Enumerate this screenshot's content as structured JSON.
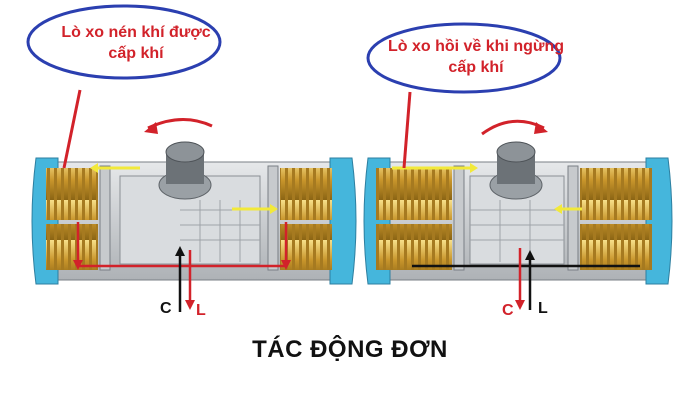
{
  "left_panel": {
    "callout": "Lò xo nén khí được cấp khí",
    "port_c": "C",
    "port_l": "L"
  },
  "right_panel": {
    "callout": "Lò xo hồi về khi ngừng cấp khí",
    "port_c": "C",
    "port_l": "L"
  },
  "caption": "TÁC ĐỘNG ĐƠN",
  "colors": {
    "callout_text": "#d2222a",
    "callout_border": "#2b3fb0",
    "air_arrow": "#f2e93a",
    "red_arrow": "#d2222a",
    "cap_blue": "#45b6dc",
    "spring_gold": "#d6a63a"
  }
}
